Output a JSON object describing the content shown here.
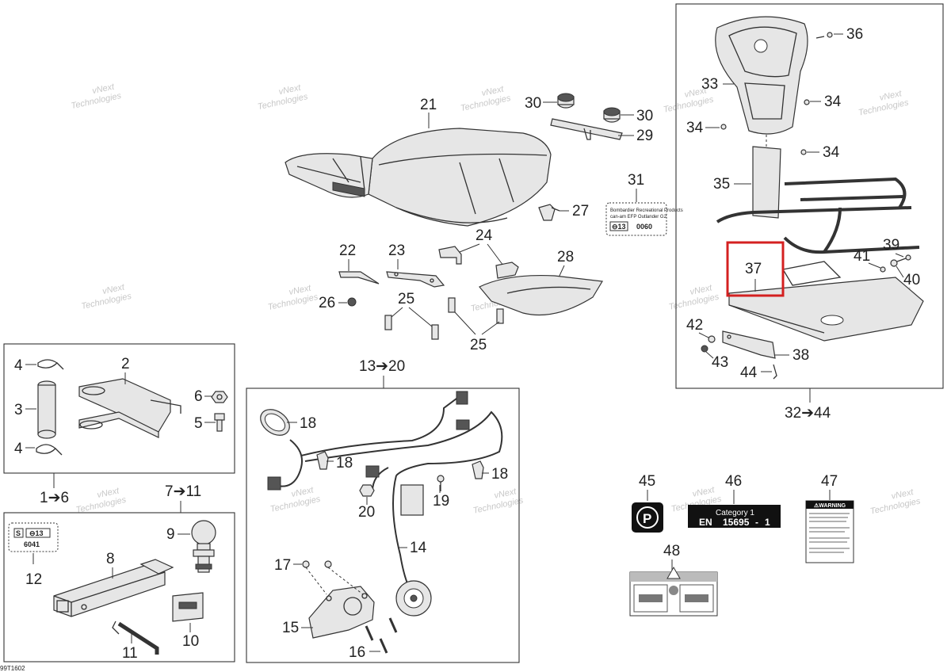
{
  "labels": {
    "p1_6": "1➔6",
    "p2": "2",
    "p3": "3",
    "p4a": "4",
    "p4b": "4",
    "p5": "5",
    "p6": "6",
    "p7_11": "7➔11",
    "p8": "8",
    "p9": "9",
    "p10": "10",
    "p11": "11",
    "p12": "12",
    "p13_20": "13➔20",
    "p14": "14",
    "p15": "15",
    "p16": "16",
    "p17": "17",
    "p18a": "18",
    "p18b": "18",
    "p18c": "18",
    "p19": "19",
    "p20": "20",
    "p21": "21",
    "p22": "22",
    "p23": "23",
    "p24": "24",
    "p25a": "25",
    "p25b": "25",
    "p26": "26",
    "p27": "27",
    "p28": "28",
    "p29": "29",
    "p30a": "30",
    "p30b": "30",
    "p31": "31",
    "p32_44": "32➔44",
    "p33": "33",
    "p34a": "34",
    "p34b": "34",
    "p34c": "34",
    "p35": "35",
    "p36": "36",
    "p37": "37",
    "p38": "38",
    "p39": "39",
    "p40": "40",
    "p41": "41",
    "p42": "42",
    "p43": "43",
    "p44": "44",
    "p45": "45",
    "p46": "46",
    "p47": "47",
    "p48": "48"
  },
  "decal_31": {
    "line1": "Bombardier Recreational Products",
    "line2": "can-am  EFP Outlander G2",
    "badge": "⊖13",
    "code": "0060"
  },
  "decal_12": {
    "s": "S",
    "badge": "⊖13",
    "code": "6041"
  },
  "decal_45": {
    "symbol": "P"
  },
  "decal_46": {
    "line1": "Category 1",
    "en": "EN",
    "num": "15695",
    "dash": "-",
    "suffix": "1"
  },
  "decal_47": {
    "header": "⚠WARNING"
  },
  "watermark": [
    "vNext",
    "Technologies"
  ],
  "figure_code": "99T1602",
  "highlight_color": "#d42020"
}
